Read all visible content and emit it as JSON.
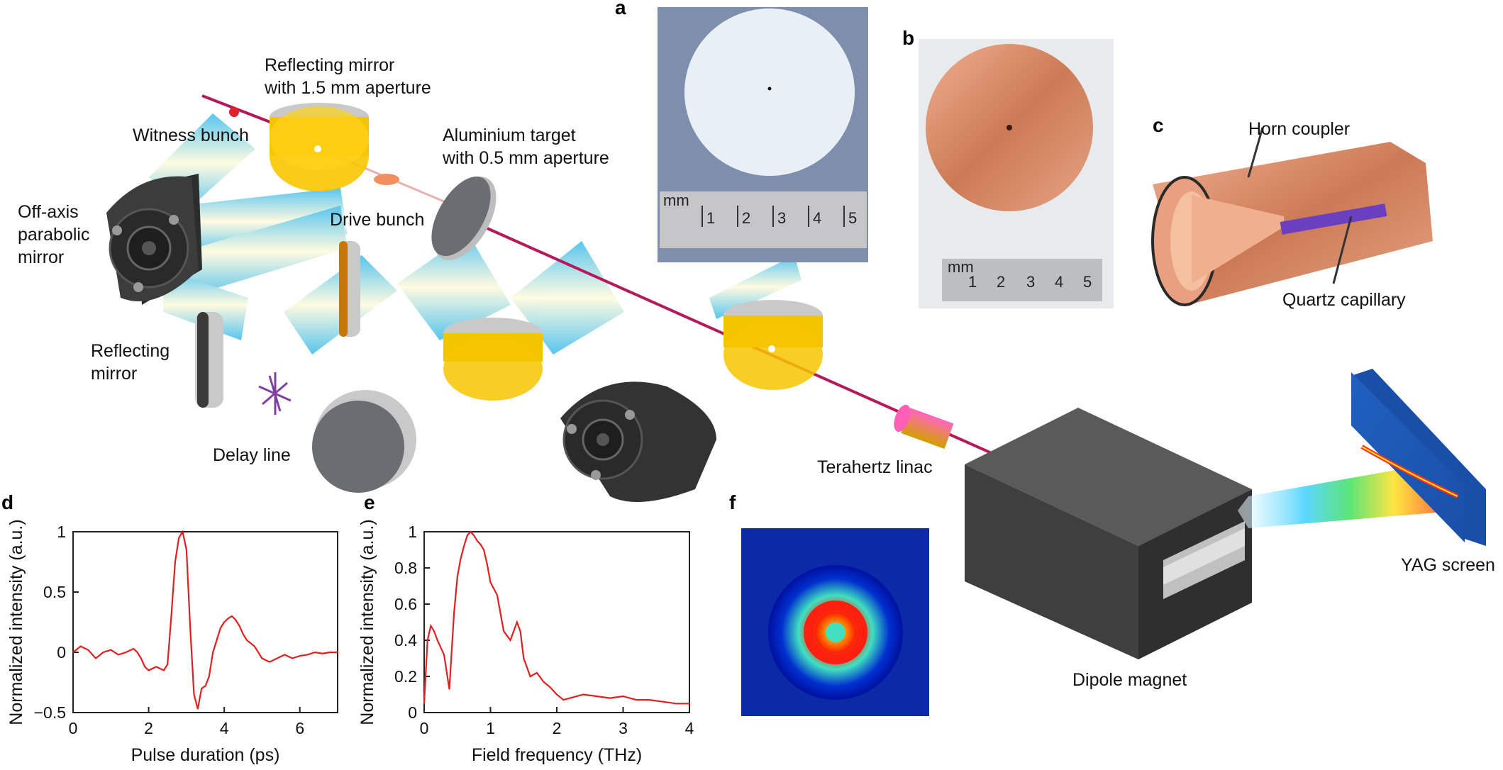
{
  "panels": {
    "a": "a",
    "b": "b",
    "c": "c",
    "d": "d",
    "e": "e",
    "f": "f"
  },
  "labels": {
    "reflecting_mirror_aperture_1": "Reflecting mirror",
    "reflecting_mirror_aperture_2": "with 1.5 mm aperture",
    "witness_bunch": "Witness bunch",
    "aluminium_target_1": "Aluminium target",
    "aluminium_target_2": "with 0.5 mm aperture",
    "drive_bunch": "Drive bunch",
    "off_axis_1": "Off-axis",
    "off_axis_2": "parabolic",
    "off_axis_3": "mirror",
    "reflecting_mirror_1": "Reflecting",
    "reflecting_mirror_2": "mirror",
    "delay_line": "Delay line",
    "terahertz_linac": "Terahertz linac",
    "dipole_magnet": "Dipole magnet",
    "yag_screen": "YAG screen",
    "horn_coupler": "Horn coupler",
    "quartz_capillary": "Quartz capillary"
  },
  "ruler": {
    "a_unit": "mm",
    "a_ticks": [
      "1",
      "2",
      "3",
      "4",
      "5"
    ],
    "b_unit": "mm",
    "b_ticks": [
      "1",
      "2",
      "3",
      "4",
      "5"
    ]
  },
  "colors": {
    "beam_line": "#b3195b",
    "thz_beam": "#5cc6ef",
    "gold": "#f7c600",
    "copper": "#d98f6a",
    "dark_body": "#3a3a3a",
    "trace": "#e02020"
  },
  "chart_data": [
    {
      "type": "line",
      "panel": "d",
      "xlabel": "Pulse duration (ps)",
      "ylabel": "Normalized intensity (a.u.)",
      "xlim": [
        0,
        7
      ],
      "ylim": [
        -0.5,
        1
      ],
      "xticks": [
        "0",
        "2",
        "4",
        "6"
      ],
      "yticks": [
        "−0.5",
        "0",
        "0.5",
        "1"
      ],
      "x": [
        0,
        0.2,
        0.4,
        0.6,
        0.8,
        1.0,
        1.2,
        1.4,
        1.6,
        1.7,
        1.8,
        1.9,
        2.0,
        2.2,
        2.4,
        2.5,
        2.6,
        2.7,
        2.8,
        2.9,
        3.0,
        3.1,
        3.2,
        3.3,
        3.4,
        3.5,
        3.6,
        3.7,
        3.8,
        3.9,
        4.0,
        4.1,
        4.2,
        4.3,
        4.4,
        4.5,
        4.6,
        4.8,
        5.0,
        5.2,
        5.4,
        5.6,
        5.8,
        6.0,
        6.2,
        6.4,
        6.6,
        6.8,
        7.0
      ],
      "y": [
        0,
        0.05,
        0.02,
        -0.05,
        0.0,
        0.02,
        -0.02,
        0.0,
        0.03,
        0.0,
        -0.05,
        -0.12,
        -0.15,
        -0.12,
        -0.15,
        -0.1,
        0.3,
        0.75,
        0.95,
        1.0,
        0.85,
        0.2,
        -0.35,
        -0.47,
        -0.3,
        -0.28,
        -0.2,
        0.0,
        0.1,
        0.2,
        0.25,
        0.28,
        0.3,
        0.27,
        0.22,
        0.15,
        0.1,
        0.05,
        -0.05,
        -0.08,
        -0.05,
        -0.02,
        -0.05,
        -0.03,
        -0.02,
        0.0,
        -0.01,
        0.0,
        0.0
      ]
    },
    {
      "type": "line",
      "panel": "e",
      "xlabel": "Field frequency (THz)",
      "ylabel": "Normalized intensity (a.u.)",
      "xlim": [
        0,
        4
      ],
      "ylim": [
        0,
        1
      ],
      "xticks": [
        "0",
        "1",
        "2",
        "3",
        "4"
      ],
      "yticks": [
        "0",
        "0.2",
        "0.4",
        "0.6",
        "0.8",
        "1"
      ],
      "x": [
        0,
        0.05,
        0.1,
        0.15,
        0.2,
        0.3,
        0.38,
        0.45,
        0.5,
        0.55,
        0.6,
        0.65,
        0.7,
        0.75,
        0.8,
        0.85,
        0.9,
        0.95,
        1.0,
        1.1,
        1.2,
        1.3,
        1.4,
        1.45,
        1.5,
        1.6,
        1.7,
        1.8,
        1.9,
        2.0,
        2.1,
        2.2,
        2.4,
        2.6,
        2.8,
        3.0,
        3.2,
        3.4,
        3.6,
        3.8,
        4.0
      ],
      "y": [
        0.05,
        0.4,
        0.48,
        0.45,
        0.4,
        0.32,
        0.13,
        0.55,
        0.75,
        0.85,
        0.92,
        0.98,
        1.0,
        0.98,
        0.95,
        0.93,
        0.9,
        0.82,
        0.72,
        0.65,
        0.45,
        0.4,
        0.5,
        0.45,
        0.3,
        0.2,
        0.22,
        0.17,
        0.14,
        0.1,
        0.07,
        0.08,
        0.1,
        0.09,
        0.08,
        0.09,
        0.07,
        0.07,
        0.06,
        0.05,
        0.05
      ]
    }
  ]
}
